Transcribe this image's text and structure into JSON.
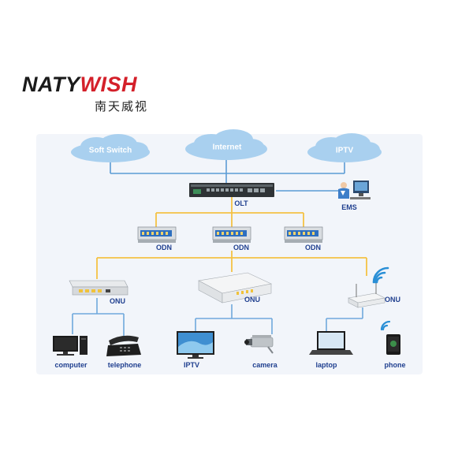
{
  "brand": {
    "name_part1": "NATY",
    "name_part2": "WISH",
    "chinese": "南天威视",
    "colors": {
      "part1": "#1a1a1a",
      "part2": "#d4202a"
    }
  },
  "colors": {
    "cloud": "#a9d0ef",
    "cloud_text": "#ffffff",
    "top_links": "#5b9bd5",
    "odn_links": "#f4c244",
    "client_links": "#6fa8dc",
    "label": "#1f3f8f",
    "panel": "#f2f5fa"
  },
  "clouds": [
    {
      "label": "Soft Switch",
      "icon": "cloud-icon"
    },
    {
      "label": "Internet",
      "icon": "cloud-icon"
    },
    {
      "label": "IPTV",
      "icon": "cloud-icon"
    }
  ],
  "olt": {
    "label": "OLT",
    "icon": "olt-rack-icon"
  },
  "ems": {
    "label": "EMS",
    "icon": "workstation-icon"
  },
  "odn": [
    {
      "label": "ODN",
      "icon": "splitter-icon"
    },
    {
      "label": "ODN",
      "icon": "splitter-icon"
    },
    {
      "label": "ODN",
      "icon": "splitter-icon"
    }
  ],
  "onu": [
    {
      "label": "ONU",
      "icon": "onu-box-icon"
    },
    {
      "label": "ONU",
      "icon": "onu-router-icon"
    },
    {
      "label": "ONU",
      "icon": "wifi-onu-icon"
    }
  ],
  "endpoints": [
    {
      "label": "computer",
      "icon": "computer-icon"
    },
    {
      "label": "telephone",
      "icon": "telephone-icon"
    },
    {
      "label": "IPTV",
      "icon": "tv-icon"
    },
    {
      "label": "camera",
      "icon": "camera-icon"
    },
    {
      "label": "laptop",
      "icon": "laptop-icon"
    },
    {
      "label": "phone",
      "icon": "smartphone-icon"
    }
  ]
}
